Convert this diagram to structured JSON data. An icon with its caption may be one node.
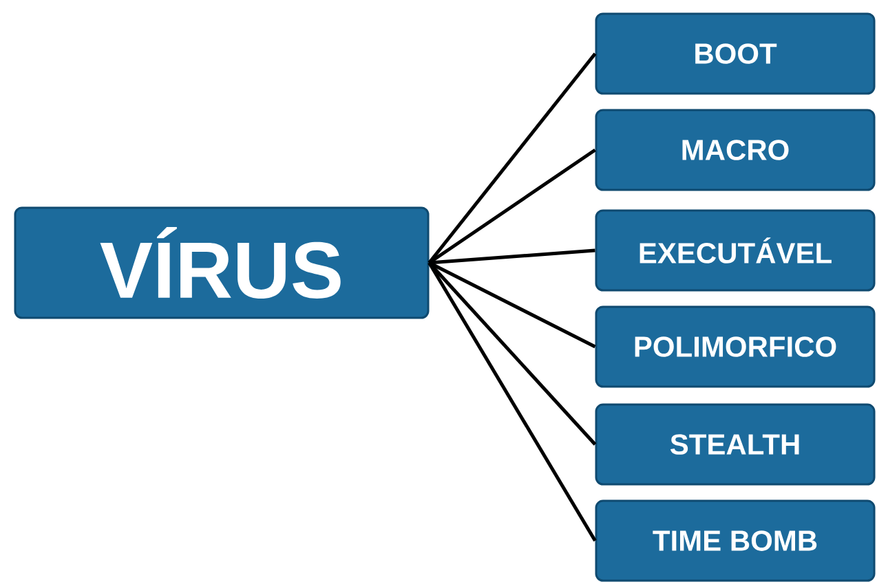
{
  "diagram": {
    "nodes": [
      {
        "text": [
          "VÍRUS"
        ]
      },
      {
        "text": [
          "BOOT"
        ]
      },
      {
        "text": [
          "MACRO"
        ]
      },
      {
        "text": [
          "EXECUTÁVEL"
        ]
      },
      {
        "text": [
          "POLIMORFICO"
        ]
      },
      {
        "text": [
          "STEALTH"
        ]
      },
      {
        "text": [
          "TIME BOMB"
        ]
      }
    ],
    "edges": [
      {
        "from": 0,
        "to": 1,
        "arrow": "none"
      },
      {
        "from": 0,
        "to": 2,
        "arrow": "none"
      },
      {
        "from": 0,
        "to": 3,
        "arrow": "none"
      },
      {
        "from": 0,
        "to": 4,
        "arrow": "none"
      },
      {
        "from": 0,
        "to": 5,
        "arrow": "none"
      },
      {
        "from": 0,
        "to": 6,
        "arrow": "none"
      }
    ]
  }
}
